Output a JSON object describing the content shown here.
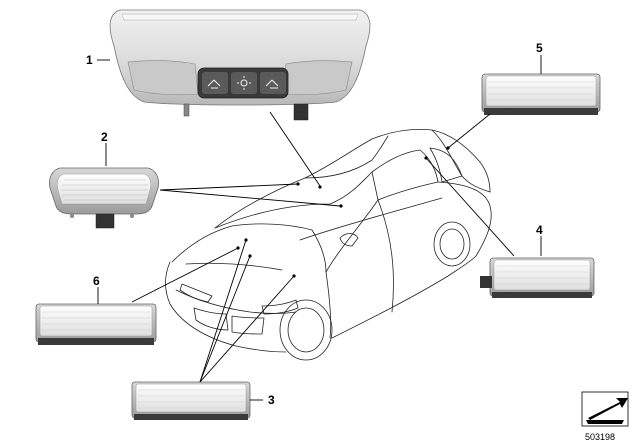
{
  "diagram": {
    "callouts": [
      {
        "id": "1",
        "label": "1"
      },
      {
        "id": "2",
        "label": "2"
      },
      {
        "id": "3",
        "label": "3"
      },
      {
        "id": "4",
        "label": "4"
      },
      {
        "id": "5",
        "label": "5"
      },
      {
        "id": "6",
        "label": "6"
      }
    ],
    "document_number": "503198",
    "colors": {
      "part_light": "#e6e6e6",
      "part_mid": "#bdbdbd",
      "part_dark": "#3a3a3a",
      "lens": "#f4f4f4",
      "line": "#000000"
    },
    "icons": [
      "ceiling-console-icon",
      "reading-light-icon",
      "interior-light-icon",
      "car-outline-icon",
      "corner-arrow-icon"
    ]
  }
}
